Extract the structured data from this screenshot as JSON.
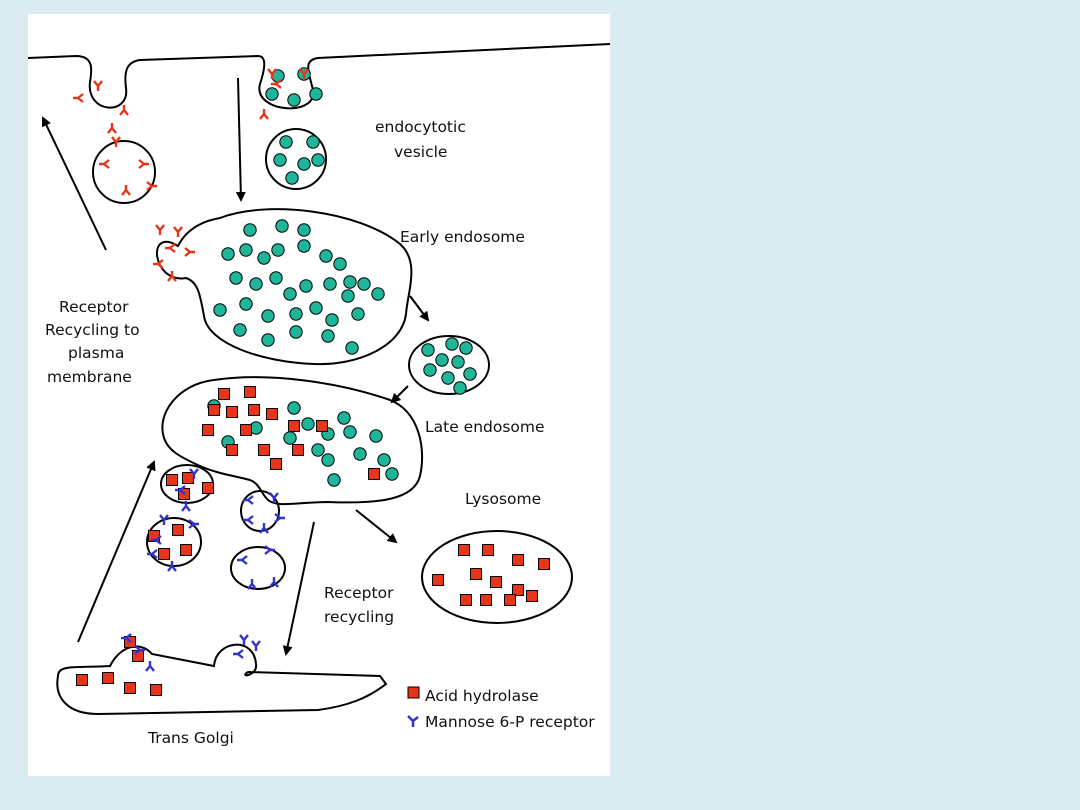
{
  "labels": {
    "endocytotic_vesicle": [
      "endocytotic",
      "vesicle"
    ],
    "early_endosome": "Early endosome",
    "receptor_recycling_pm": [
      "Receptor",
      "Recycling to",
      "plasma",
      "membrane"
    ],
    "late_endosome": "Late endosome",
    "lysosome": "Lysosome",
    "receptor_recycling": [
      "Receptor",
      "recycling"
    ],
    "trans_golgi": "Trans Golgi"
  },
  "legend": {
    "acid_hydrolase": "Acid hydrolase",
    "mannose_receptor": "Mannose 6-P receptor"
  },
  "colors": {
    "ligand": "#1fb59a",
    "acid_hydrolase": "#e8351a",
    "mannose_receptor": "#3333cc",
    "background": "#daecf2"
  }
}
